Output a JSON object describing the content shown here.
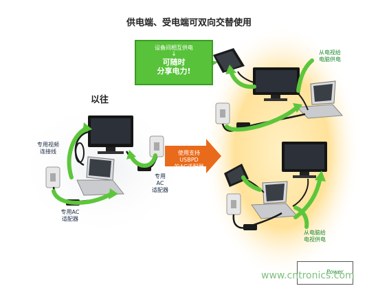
{
  "title": "供电端、受电端可双向交替使用",
  "past_label": "以往",
  "callout": {
    "line1": "设备间相互供电",
    "arrow": "↓",
    "line2": "可随时",
    "line3": "分享电力!"
  },
  "left_labels": {
    "video_cable": [
      "专用视频",
      "连接线"
    ],
    "ac_adapter_right": [
      "专用",
      "AC",
      "适配器"
    ],
    "ac_adapter_bottom": [
      "专用AC",
      "适配器"
    ]
  },
  "center_badge": [
    "使用支持USBPD",
    "的AC适配器"
  ],
  "right_labels": {
    "top": [
      "从电视给",
      "电脑供电"
    ],
    "bottom": [
      "从电脑给",
      "电视供电"
    ]
  },
  "legend": {
    "text": "Power"
  },
  "watermark": "www.cntronics.com",
  "colors": {
    "green": "#5cc63b",
    "cable": "#1b1b1b",
    "orange": "#e96a1a",
    "glow": "#ffd77a"
  }
}
